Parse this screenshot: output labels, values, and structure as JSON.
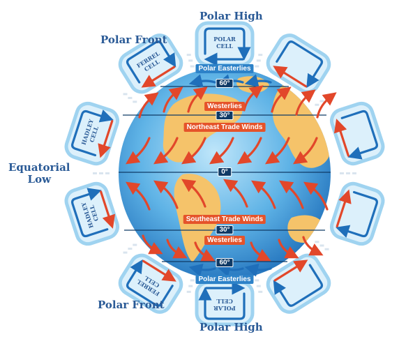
{
  "labels": {
    "polar_high_top": "Polar High",
    "polar_high_bottom": "Polar High",
    "polar_front_top": "Polar Front",
    "polar_front_bottom": "Polar Front",
    "equatorial_low": "Equatorial\nLow",
    "polar_easterlies_top": "Polar Easterlies",
    "polar_easterlies_bottom": "Polar Easterlies",
    "westerlies_top": "Westerlies",
    "westerlies_bottom": "Westerlies",
    "northeast_trade_winds": "Northeast Trade Winds",
    "southeast_trade_winds": "Southeast Trade Winds"
  },
  "latitudes": {
    "n60": "60°",
    "n30": "30°",
    "eq": "0°",
    "s30": "30°",
    "s60": "60°"
  },
  "cells": {
    "polar_cell_top": "POLAR\nCELL",
    "ferrel_cell_top": "FERREL\nCELL",
    "hadley_cell_top": "HADLEY\nCELL",
    "hadley_cell_bottom": "HADLEY\nCELL",
    "ferrel_cell_bottom": "FERREL\nCELL",
    "polar_cell_bottom": "POLAR\nCELL"
  },
  "colors": {
    "ocean": "#3d9cdc",
    "land": "#f5c36a",
    "cell_fill": "#dcf0fb",
    "cell_border": "#9fd3f0",
    "blue_arrow": "#1f6fba",
    "red_arrow": "#e2472a",
    "title": "#2a5a96"
  }
}
